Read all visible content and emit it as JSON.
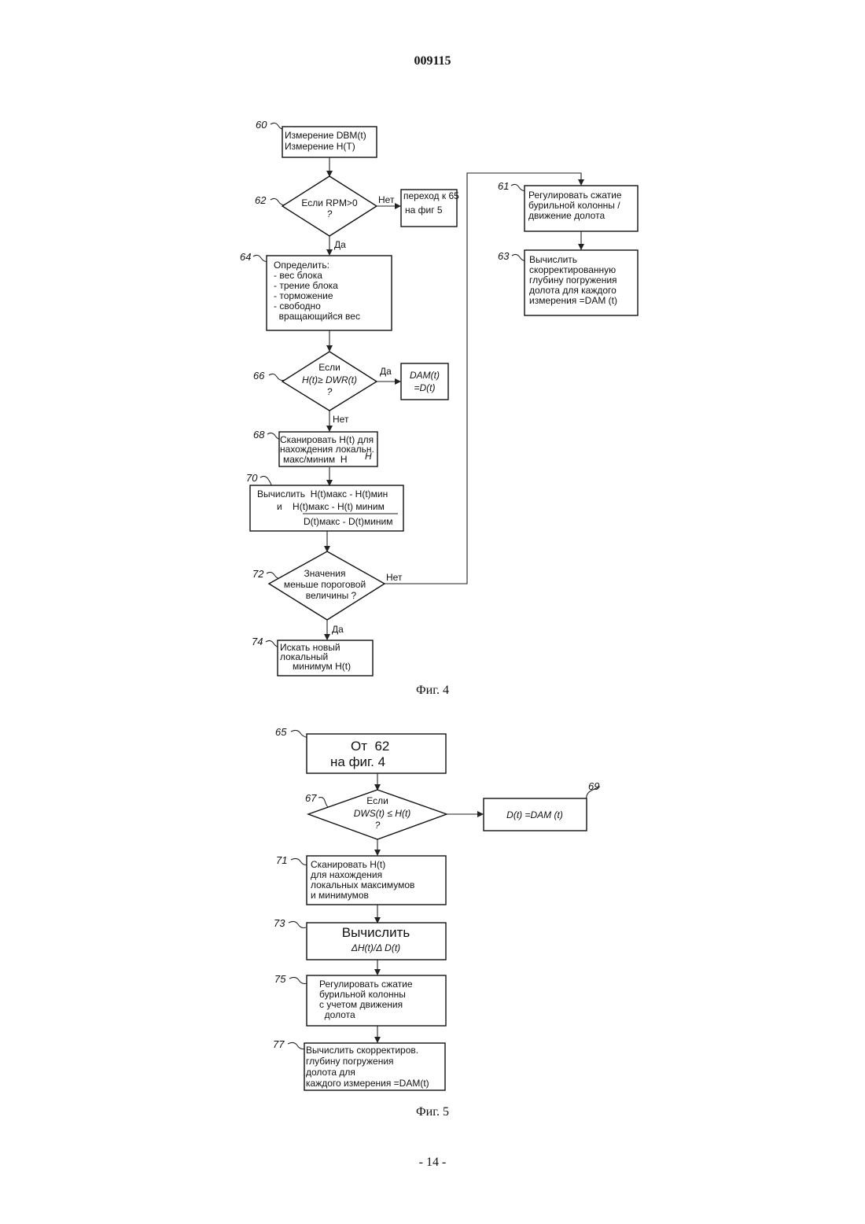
{
  "header": {
    "doc_number": "009115",
    "page_number": "- 14 -"
  },
  "fig4": {
    "caption": "Фиг. 4",
    "n60": {
      "label": "60",
      "line1": "Измерение DBM(t)",
      "line2": "Измерение H(T)"
    },
    "n62": {
      "label": "62",
      "line1": "Если RPM>0",
      "line2": "?",
      "no": "Нет",
      "yes": "Да"
    },
    "goto65": {
      "line1": "переход к 65",
      "line2": "на фиг  5"
    },
    "n64": {
      "label": "64",
      "lines": [
        "Определить:",
        "- вес блока",
        "- трение блока",
        "- торможение",
        "- свободно",
        "  вращающийся вес"
      ]
    },
    "n66": {
      "label": "66",
      "line1": "Если",
      "line2": "H(t)≥ DWR(t)",
      "line3": "?",
      "yes": "Да",
      "no": "Нет"
    },
    "dam": {
      "line1": "DAM(t)",
      "line2": "=D(t)"
    },
    "n68": {
      "label": "68",
      "line1": "Сканировать H(t) для",
      "line2": "нахождения локальн.",
      "line3": "макс/миним  H",
      "extra": "H"
    },
    "n70": {
      "label": "70",
      "line1": "Вычислить  H(t)макс - H(t)мин",
      "line2": "и    H(t)макс - H(t) миним",
      "line3": "D(t)макс - D(t)миним"
    },
    "n72": {
      "label": "72",
      "line1": "Значения",
      "line2": "меньше пороговой",
      "line3": "величины ?",
      "no": "Нет",
      "yes": "Да"
    },
    "n74": {
      "label": "74",
      "line1": "Искать новый",
      "line2": "локальный",
      "line3": "минимум H(t)"
    },
    "n61": {
      "label": "61",
      "lines": [
        "Регулировать сжатие",
        "бурильной колонны /",
        "движение долота"
      ]
    },
    "n63": {
      "label": "63",
      "lines": [
        "Вычислить",
        "скорректированную",
        "глубину погружения",
        "долота для каждого",
        "измерения =DAM (t)"
      ]
    }
  },
  "fig5": {
    "caption": "Фиг. 5",
    "n65": {
      "label": "65",
      "line1": "От  62",
      "line2": "на фиг. 4"
    },
    "n67": {
      "label": "67",
      "line1": "Если",
      "line2": "DWS(t) ≤ H(t)",
      "line3": "?"
    },
    "n69": {
      "label": "69",
      "text": "D(t) =DAM (t)"
    },
    "n71": {
      "label": "71",
      "lines": [
        "Сканировать H(t)",
        "для нахождения",
        "локальных максимумов",
        "и минимумов"
      ]
    },
    "n73": {
      "label": "73",
      "line1": "Вычислить",
      "line2": "ΔH(t)/Δ D(t)"
    },
    "n75": {
      "label": "75",
      "lines": [
        "Регулировать сжатие",
        "бурильной колонны",
        "с учетом движения",
        "  долота"
      ]
    },
    "n77": {
      "label": "77",
      "lines": [
        "Вычислить скорректиров.",
        "глубину погружения",
        "долота для",
        "каждого измерения =DAM(t)"
      ]
    }
  }
}
